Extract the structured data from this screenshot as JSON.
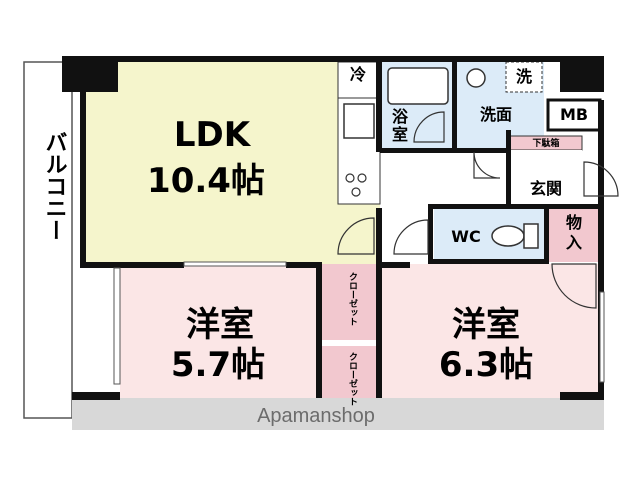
{
  "rooms": {
    "ldk_name": "LDK",
    "ldk_size": "10.4帖",
    "western1_name": "洋室",
    "western1_size": "5.7帖",
    "western2_name": "洋室",
    "western2_size": "6.3帖",
    "balcony": "バルコニー",
    "bath": "浴室",
    "washroom": "洗面",
    "entrance": "玄関",
    "wc": "WC",
    "storage": "物入",
    "mb": "MB",
    "shoe_box": "下駄箱",
    "fridge": "冷",
    "washer": "洗",
    "closet1": "クローゼット",
    "closet2": "クローゼット"
  },
  "watermark": "Apamanshop",
  "colors": {
    "ldk": "#f5f5cc",
    "western": "#fbe6e6",
    "closet": "#f2c8cf",
    "wet_area": "#dcebf8",
    "wall": "#111111",
    "balcony_floor": "#dcdcdc"
  }
}
